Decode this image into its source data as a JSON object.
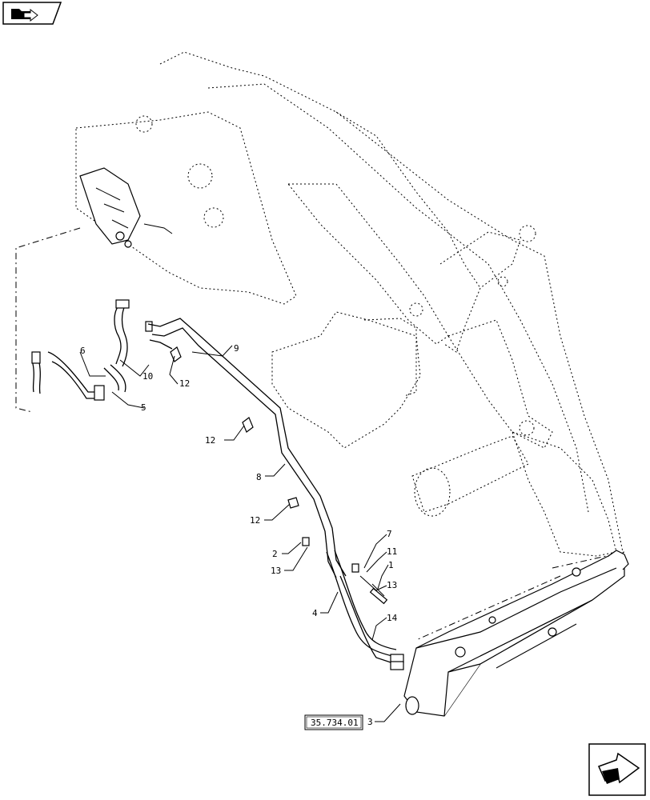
{
  "icons": {
    "top_left": "folder-arrow-icon",
    "bottom_right": "next-page-arrow-icon"
  },
  "callouts": {
    "c1": "1",
    "c2": "2",
    "c3": "3",
    "c4": "4",
    "c5": "5",
    "c6": "6",
    "c7": "7",
    "c8": "8",
    "c9": "9",
    "c10": "10",
    "c11": "11",
    "c12a": "12",
    "c12b": "12",
    "c12c": "12",
    "c13a": "13",
    "c13b": "13",
    "c14": "14"
  },
  "reference_box": "35.734.01"
}
